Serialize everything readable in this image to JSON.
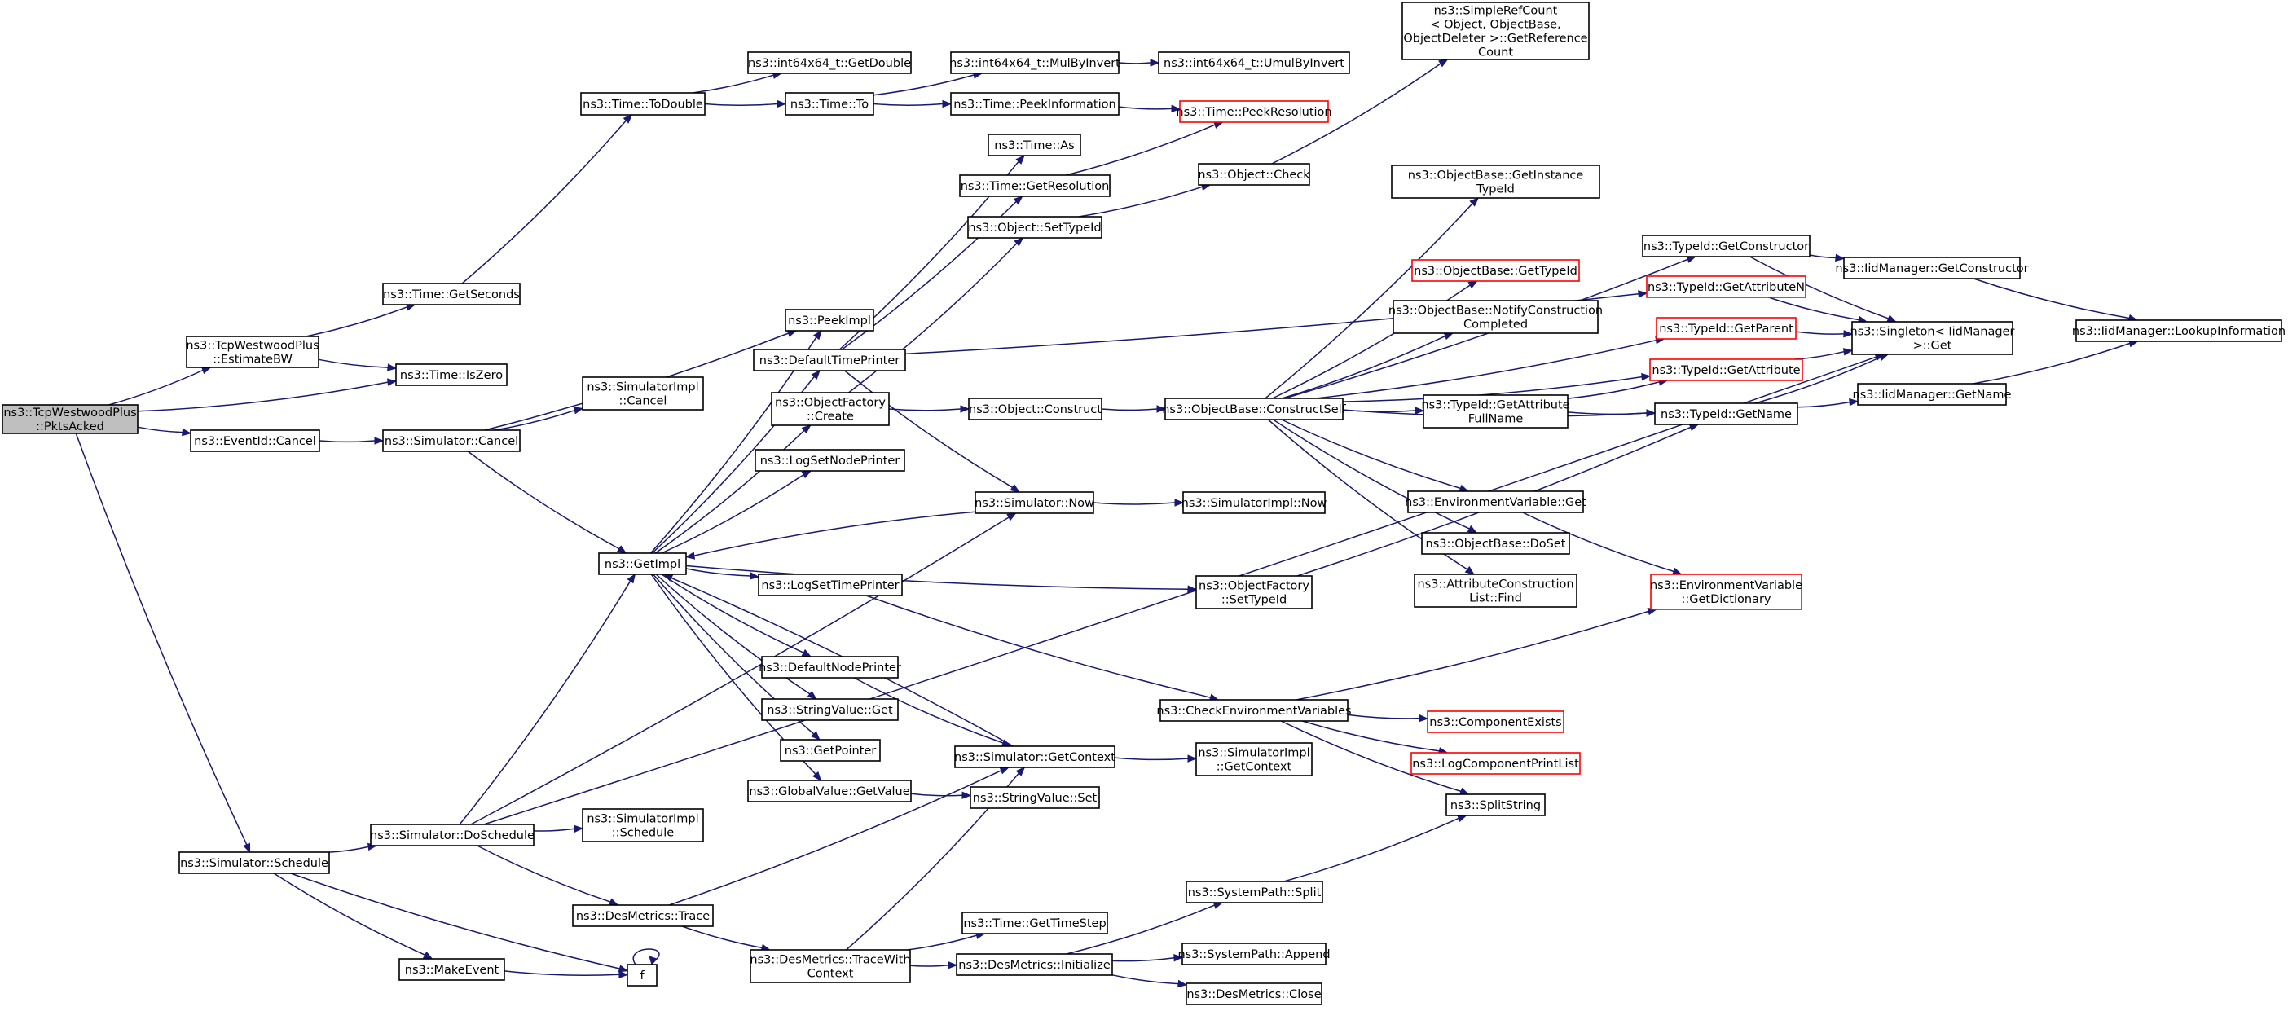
{
  "colors": {
    "edge": "#191970",
    "normal_border": "#000000",
    "truncated_border": "#ff0000",
    "root_fill": "#bfbfbf",
    "node_fill": "#ffffff"
  },
  "nodes": [
    {
      "id": "pktsacked",
      "lines": [
        "ns3::TcpWestwoodPlus",
        "::PktsAcked"
      ],
      "style": "root"
    },
    {
      "id": "estimatebw",
      "lines": [
        "ns3::TcpWestwoodPlus",
        "::EstimateBW"
      ],
      "style": "normal"
    },
    {
      "id": "eventidcancel",
      "lines": [
        "ns3::EventId::Cancel"
      ],
      "style": "normal"
    },
    {
      "id": "schedule",
      "lines": [
        "ns3::Simulator::Schedule"
      ],
      "style": "normal"
    },
    {
      "id": "getseconds",
      "lines": [
        "ns3::Time::GetSeconds"
      ],
      "style": "normal"
    },
    {
      "id": "iszero",
      "lines": [
        "ns3::Time::IsZero"
      ],
      "style": "normal"
    },
    {
      "id": "simcancel",
      "lines": [
        "ns3::Simulator::Cancel"
      ],
      "style": "normal"
    },
    {
      "id": "doschedule",
      "lines": [
        "ns3::Simulator::DoSchedule"
      ],
      "style": "normal"
    },
    {
      "id": "makeevent",
      "lines": [
        "ns3::MakeEvent"
      ],
      "style": "normal"
    },
    {
      "id": "todouble",
      "lines": [
        "ns3::Time::ToDouble"
      ],
      "style": "normal"
    },
    {
      "id": "simimplcancel",
      "lines": [
        "ns3::SimulatorImpl",
        "::Cancel"
      ],
      "style": "normal"
    },
    {
      "id": "getimpl",
      "lines": [
        "ns3::GetImpl"
      ],
      "style": "normal"
    },
    {
      "id": "simimplschedule",
      "lines": [
        "ns3::SimulatorImpl",
        "::Schedule"
      ],
      "style": "normal"
    },
    {
      "id": "desmetricstrace",
      "lines": [
        "ns3::DesMetrics::Trace"
      ],
      "style": "normal"
    },
    {
      "id": "fnode",
      "lines": [
        "f"
      ],
      "style": "normal"
    },
    {
      "id": "getdouble",
      "lines": [
        "ns3::int64x64_t::GetDouble"
      ],
      "style": "normal"
    },
    {
      "id": "timeto",
      "lines": [
        "ns3::Time::To"
      ],
      "style": "normal"
    },
    {
      "id": "peekimpl",
      "lines": [
        "ns3::PeekImpl"
      ],
      "style": "normal"
    },
    {
      "id": "defaulttimeprinter",
      "lines": [
        "ns3::DefaultTimePrinter"
      ],
      "style": "normal"
    },
    {
      "id": "objfactorycreate",
      "lines": [
        "ns3::ObjectFactory",
        "::Create"
      ],
      "style": "normal"
    },
    {
      "id": "logsetnodeprinter",
      "lines": [
        "ns3::LogSetNodePrinter"
      ],
      "style": "normal"
    },
    {
      "id": "logsettimeprinter",
      "lines": [
        "ns3::LogSetTimePrinter"
      ],
      "style": "normal"
    },
    {
      "id": "defaultnodeprinter",
      "lines": [
        "ns3::DefaultNodePrinter"
      ],
      "style": "normal"
    },
    {
      "id": "stringvalueget",
      "lines": [
        "ns3::StringValue::Get"
      ],
      "style": "normal"
    },
    {
      "id": "getpointer",
      "lines": [
        "ns3::GetPointer"
      ],
      "style": "normal"
    },
    {
      "id": "globalvalueget",
      "lines": [
        "ns3::GlobalValue::GetValue"
      ],
      "style": "normal"
    },
    {
      "id": "tracewithcontext",
      "lines": [
        "ns3::DesMetrics::TraceWith",
        "Context"
      ],
      "style": "normal"
    },
    {
      "id": "mulbyinvert",
      "lines": [
        "ns3::int64x64_t::MulByInvert"
      ],
      "style": "normal"
    },
    {
      "id": "peekinformation",
      "lines": [
        "ns3::Time::PeekInformation"
      ],
      "style": "normal"
    },
    {
      "id": "timeas",
      "lines": [
        "ns3::Time::As"
      ],
      "style": "normal"
    },
    {
      "id": "getresolution",
      "lines": [
        "ns3::Time::GetResolution"
      ],
      "style": "normal"
    },
    {
      "id": "objsettypeid",
      "lines": [
        "ns3::Object::SetTypeId"
      ],
      "style": "normal"
    },
    {
      "id": "objconstruct",
      "lines": [
        "ns3::Object::Construct"
      ],
      "style": "normal"
    },
    {
      "id": "simnow",
      "lines": [
        "ns3::Simulator::Now"
      ],
      "style": "normal"
    },
    {
      "id": "simgetcontext",
      "lines": [
        "ns3::Simulator::GetContext"
      ],
      "style": "normal"
    },
    {
      "id": "stringvalueset",
      "lines": [
        "ns3::StringValue::Set"
      ],
      "style": "normal"
    },
    {
      "id": "gettimestep",
      "lines": [
        "ns3::Time::GetTimeStep"
      ],
      "style": "normal"
    },
    {
      "id": "desinit",
      "lines": [
        "ns3::DesMetrics::Initialize"
      ],
      "style": "normal"
    },
    {
      "id": "umulbyinvert",
      "lines": [
        "ns3::int64x64_t::UmulByInvert"
      ],
      "style": "normal"
    },
    {
      "id": "peekresolution",
      "lines": [
        "ns3::Time::PeekResolution"
      ],
      "style": "truncated"
    },
    {
      "id": "objcheck",
      "lines": [
        "ns3::Object::Check"
      ],
      "style": "normal"
    },
    {
      "id": "objfactorysettypeid",
      "lines": [
        "ns3::ObjectFactory",
        "::SetTypeId"
      ],
      "style": "normal"
    },
    {
      "id": "simimplnow",
      "lines": [
        "ns3::SimulatorImpl::Now"
      ],
      "style": "normal"
    },
    {
      "id": "simimplgetcontext",
      "lines": [
        "ns3::SimulatorImpl",
        "::GetContext"
      ],
      "style": "normal"
    },
    {
      "id": "checkenv",
      "lines": [
        "ns3::CheckEnvironmentVariables"
      ],
      "style": "normal"
    },
    {
      "id": "syspathsplit",
      "lines": [
        "ns3::SystemPath::Split"
      ],
      "style": "normal"
    },
    {
      "id": "syspathappend",
      "lines": [
        "ns3::SystemPath::Append"
      ],
      "style": "normal"
    },
    {
      "id": "desclose",
      "lines": [
        "ns3::DesMetrics::Close"
      ],
      "style": "normal"
    },
    {
      "id": "simplerefcount",
      "lines": [
        "ns3::SimpleRefCount",
        "< Object, ObjectBase,",
        "ObjectDeleter >::GetReference",
        "Count"
      ],
      "style": "normal"
    },
    {
      "id": "constructself",
      "lines": [
        "ns3::ObjectBase::ConstructSelf"
      ],
      "style": "normal"
    },
    {
      "id": "componentexists",
      "lines": [
        "ns3::ComponentExists"
      ],
      "style": "truncated"
    },
    {
      "id": "logcompprintlist",
      "lines": [
        "ns3::LogComponentPrintList"
      ],
      "style": "truncated"
    },
    {
      "id": "splitstring",
      "lines": [
        "ns3::SplitString"
      ],
      "style": "normal"
    },
    {
      "id": "getinstancetypeid",
      "lines": [
        "ns3::ObjectBase::GetInstance",
        "TypeId"
      ],
      "style": "normal"
    },
    {
      "id": "obgettypeid",
      "lines": [
        "ns3::ObjectBase::GetTypeId"
      ],
      "style": "truncated"
    },
    {
      "id": "notifyconstruction",
      "lines": [
        "ns3::ObjectBase::NotifyConstruction",
        "Completed"
      ],
      "style": "normal"
    },
    {
      "id": "getattrfullname",
      "lines": [
        "ns3::TypeId::GetAttribute",
        "FullName"
      ],
      "style": "normal"
    },
    {
      "id": "envget",
      "lines": [
        "ns3::EnvironmentVariable::Get"
      ],
      "style": "normal"
    },
    {
      "id": "doset",
      "lines": [
        "ns3::ObjectBase::DoSet"
      ],
      "style": "normal"
    },
    {
      "id": "attrconstfind",
      "lines": [
        "ns3::AttributeConstruction",
        "List::Find"
      ],
      "style": "normal"
    },
    {
      "id": "getconstructor",
      "lines": [
        "ns3::TypeId::GetConstructor"
      ],
      "style": "normal"
    },
    {
      "id": "getattributen",
      "lines": [
        "ns3::TypeId::GetAttributeN"
      ],
      "style": "truncated"
    },
    {
      "id": "getparent",
      "lines": [
        "ns3::TypeId::GetParent"
      ],
      "style": "truncated"
    },
    {
      "id": "getattribute",
      "lines": [
        "ns3::TypeId::GetAttribute"
      ],
      "style": "truncated"
    },
    {
      "id": "typeidgetname",
      "lines": [
        "ns3::TypeId::GetName"
      ],
      "style": "normal"
    },
    {
      "id": "envgetdictionary",
      "lines": [
        "ns3::EnvironmentVariable",
        "::GetDictionary"
      ],
      "style": "truncated"
    },
    {
      "id": "iidgetconstructor",
      "lines": [
        "ns3::IidManager::GetConstructor"
      ],
      "style": "normal"
    },
    {
      "id": "singletonget",
      "lines": [
        "ns3::Singleton< IidManager",
        ">::Get"
      ],
      "style": "normal"
    },
    {
      "id": "iidgetname",
      "lines": [
        "ns3::IidManager::GetName"
      ],
      "style": "normal"
    },
    {
      "id": "lookupinfo",
      "lines": [
        "ns3::IidManager::LookupInformation"
      ],
      "style": "normal"
    }
  ],
  "edges": [
    [
      "pktsacked",
      "estimatebw"
    ],
    [
      "pktsacked",
      "iszero"
    ],
    [
      "pktsacked",
      "eventidcancel"
    ],
    [
      "pktsacked",
      "schedule"
    ],
    [
      "estimatebw",
      "getseconds"
    ],
    [
      "estimatebw",
      "iszero"
    ],
    [
      "getseconds",
      "todouble"
    ],
    [
      "todouble",
      "getdouble"
    ],
    [
      "todouble",
      "timeto"
    ],
    [
      "timeto",
      "mulbyinvert"
    ],
    [
      "timeto",
      "peekinformation"
    ],
    [
      "mulbyinvert",
      "umulbyinvert"
    ],
    [
      "peekinformation",
      "peekresolution"
    ],
    [
      "getresolution",
      "peekresolution"
    ],
    [
      "eventidcancel",
      "simcancel"
    ],
    [
      "simcancel",
      "simimplcancel"
    ],
    [
      "simcancel",
      "peekimpl"
    ],
    [
      "simcancel",
      "getimpl"
    ],
    [
      "schedule",
      "doschedule"
    ],
    [
      "schedule",
      "makeevent"
    ],
    [
      "schedule",
      "fnode"
    ],
    [
      "makeevent",
      "fnode"
    ],
    [
      "fnode",
      "fnode"
    ],
    [
      "doschedule",
      "getimpl"
    ],
    [
      "doschedule",
      "simimplschedule"
    ],
    [
      "doschedule",
      "simnow"
    ],
    [
      "doschedule",
      "desmetricstrace"
    ],
    [
      "doschedule",
      "singletonget"
    ],
    [
      "desmetricstrace",
      "tracewithcontext"
    ],
    [
      "desmetricstrace",
      "simgetcontext"
    ],
    [
      "tracewithcontext",
      "gettimestep"
    ],
    [
      "tracewithcontext",
      "desinit"
    ],
    [
      "tracewithcontext",
      "simgetcontext"
    ],
    [
      "desinit",
      "syspathsplit"
    ],
    [
      "desinit",
      "syspathappend"
    ],
    [
      "desinit",
      "desclose"
    ],
    [
      "syspathsplit",
      "splitstring"
    ],
    [
      "getimpl",
      "peekimpl"
    ],
    [
      "getimpl",
      "defaulttimeprinter"
    ],
    [
      "getimpl",
      "objfactorycreate"
    ],
    [
      "getimpl",
      "logsetnodeprinter"
    ],
    [
      "getimpl",
      "logsettimeprinter"
    ],
    [
      "getimpl",
      "defaultnodeprinter"
    ],
    [
      "getimpl",
      "stringvalueget"
    ],
    [
      "getimpl",
      "getpointer"
    ],
    [
      "getimpl",
      "globalvalueget"
    ],
    [
      "getimpl",
      "objfactorysettypeid"
    ],
    [
      "simnow",
      "getimpl"
    ],
    [
      "simnow",
      "simimplnow"
    ],
    [
      "simgetcontext",
      "getimpl"
    ],
    [
      "simgetcontext",
      "simimplgetcontext"
    ],
    [
      "defaulttimeprinter",
      "timeas"
    ],
    [
      "defaulttimeprinter",
      "getresolution"
    ],
    [
      "defaulttimeprinter",
      "simnow"
    ],
    [
      "defaulttimeprinter",
      "getattributen"
    ],
    [
      "defaultnodeprinter",
      "simgetcontext"
    ],
    [
      "globalvalueget",
      "stringvalueset"
    ],
    [
      "objfactorycreate",
      "objsettypeid"
    ],
    [
      "objfactorycreate",
      "objconstruct"
    ],
    [
      "objsettypeid",
      "objcheck"
    ],
    [
      "objcheck",
      "simplerefcount"
    ],
    [
      "objconstruct",
      "constructself"
    ],
    [
      "constructself",
      "getinstancetypeid"
    ],
    [
      "constructself",
      "obgettypeid"
    ],
    [
      "constructself",
      "notifyconstruction"
    ],
    [
      "constructself",
      "getattrfullname"
    ],
    [
      "constructself",
      "getattribute"
    ],
    [
      "constructself",
      "typeidgetname"
    ],
    [
      "constructself",
      "envget"
    ],
    [
      "constructself",
      "doset"
    ],
    [
      "constructself",
      "attrconstfind"
    ],
    [
      "constructself",
      "getconstructor"
    ],
    [
      "constructself",
      "getparent"
    ],
    [
      "getattrfullname",
      "getattribute"
    ],
    [
      "getattrfullname",
      "typeidgetname"
    ],
    [
      "envget",
      "envgetdictionary"
    ],
    [
      "logsettimeprinter",
      "checkenv"
    ],
    [
      "checkenv",
      "envgetdictionary"
    ],
    [
      "checkenv",
      "componentexists"
    ],
    [
      "checkenv",
      "logcompprintlist"
    ],
    [
      "checkenv",
      "splitstring"
    ],
    [
      "objfactorysettypeid",
      "typeidgetname"
    ],
    [
      "getconstructor",
      "iidgetconstructor"
    ],
    [
      "getconstructor",
      "singletonget"
    ],
    [
      "getattributen",
      "singletonget"
    ],
    [
      "getparent",
      "singletonget"
    ],
    [
      "getattribute",
      "singletonget"
    ],
    [
      "typeidgetname",
      "singletonget"
    ],
    [
      "typeidgetname",
      "iidgetname"
    ],
    [
      "iidgetconstructor",
      "lookupinfo"
    ],
    [
      "iidgetname",
      "lookupinfo"
    ]
  ]
}
